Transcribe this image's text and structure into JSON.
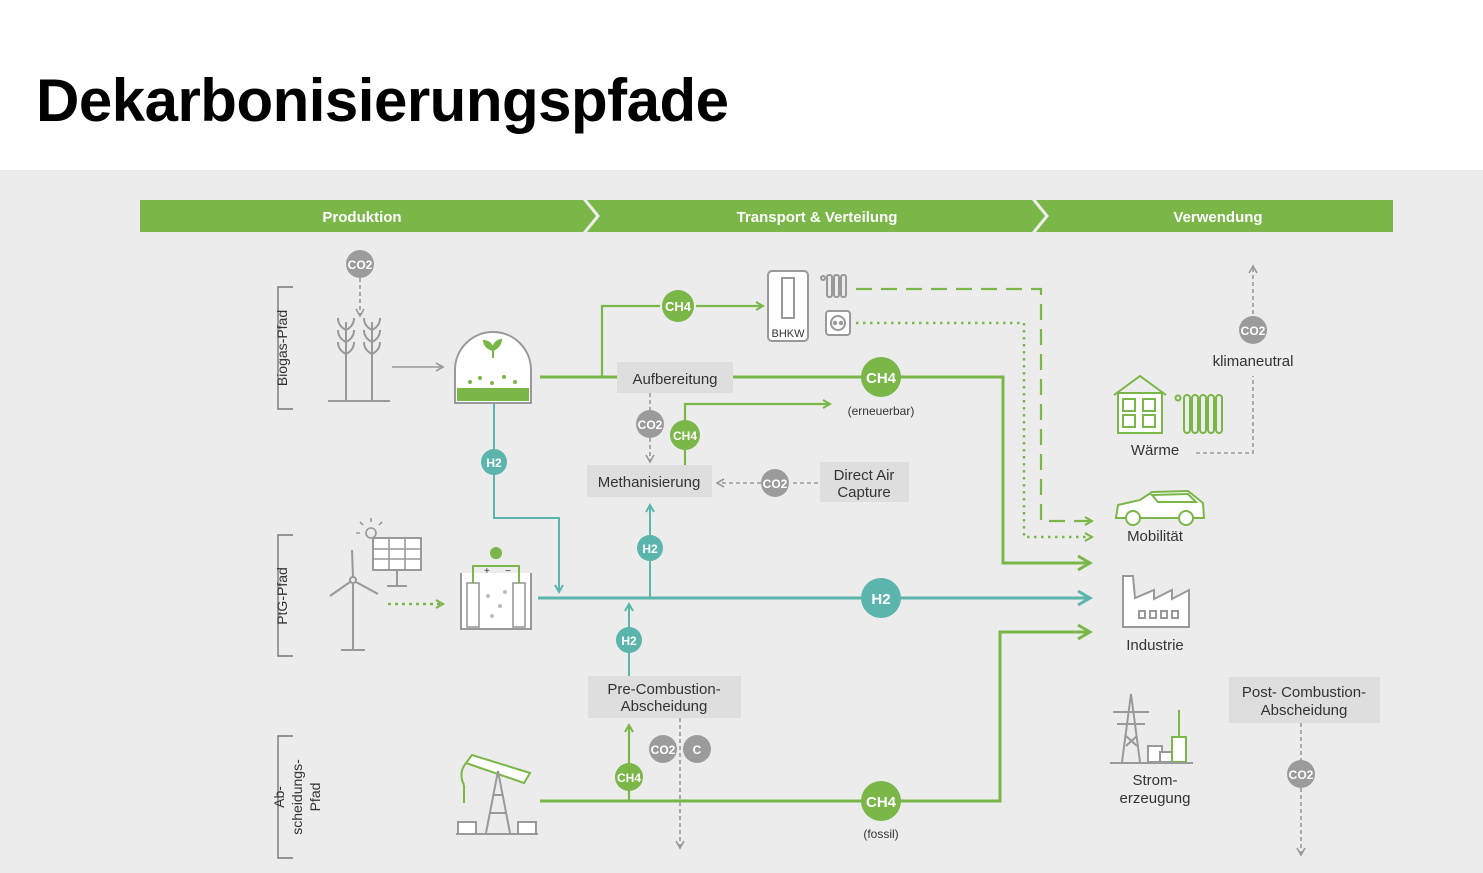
{
  "title": "Dekarbonisierungspfade",
  "colors": {
    "green": "#7ab648",
    "teal": "#5bb5ad",
    "grey_circle": "#9b9b9b",
    "label_bg": "#dedede",
    "panel_bg": "#ececec"
  },
  "header": {
    "production": "Produktion",
    "transport": "Transport & Verteilung",
    "usage": "Verwendung"
  },
  "paths": {
    "biogas": "Biogas-Pfad",
    "ptg": "PtG-Pfad",
    "capture_l1": "Ab-",
    "capture_l2": "scheidungs-",
    "capture_l3": "Pfad"
  },
  "processes": {
    "upgrading": "Aufbereitung",
    "methanation": "Methanisierung",
    "dac_l1": "Direct Air",
    "dac_l2": "Capture",
    "precomb_l1": "Pre-Combustion-",
    "precomb_l2": "Abscheidung",
    "postcomb_l1": "Post- Combustion-",
    "postcomb_l2": "Abscheidung"
  },
  "molecules": {
    "co2": "CO2",
    "ch4": "CH4",
    "h2": "H2",
    "c": "C"
  },
  "annotations": {
    "renewable": "(erneuerbar)",
    "fossil": "(fossil)",
    "bhkw": "BHKW"
  },
  "usage": {
    "climate_neutral": "klimaneutral",
    "heat": "Wärme",
    "mobility": "Mobilität",
    "industry": "Industrie",
    "power_l1": "Strom-",
    "power_l2": "erzeugung"
  }
}
